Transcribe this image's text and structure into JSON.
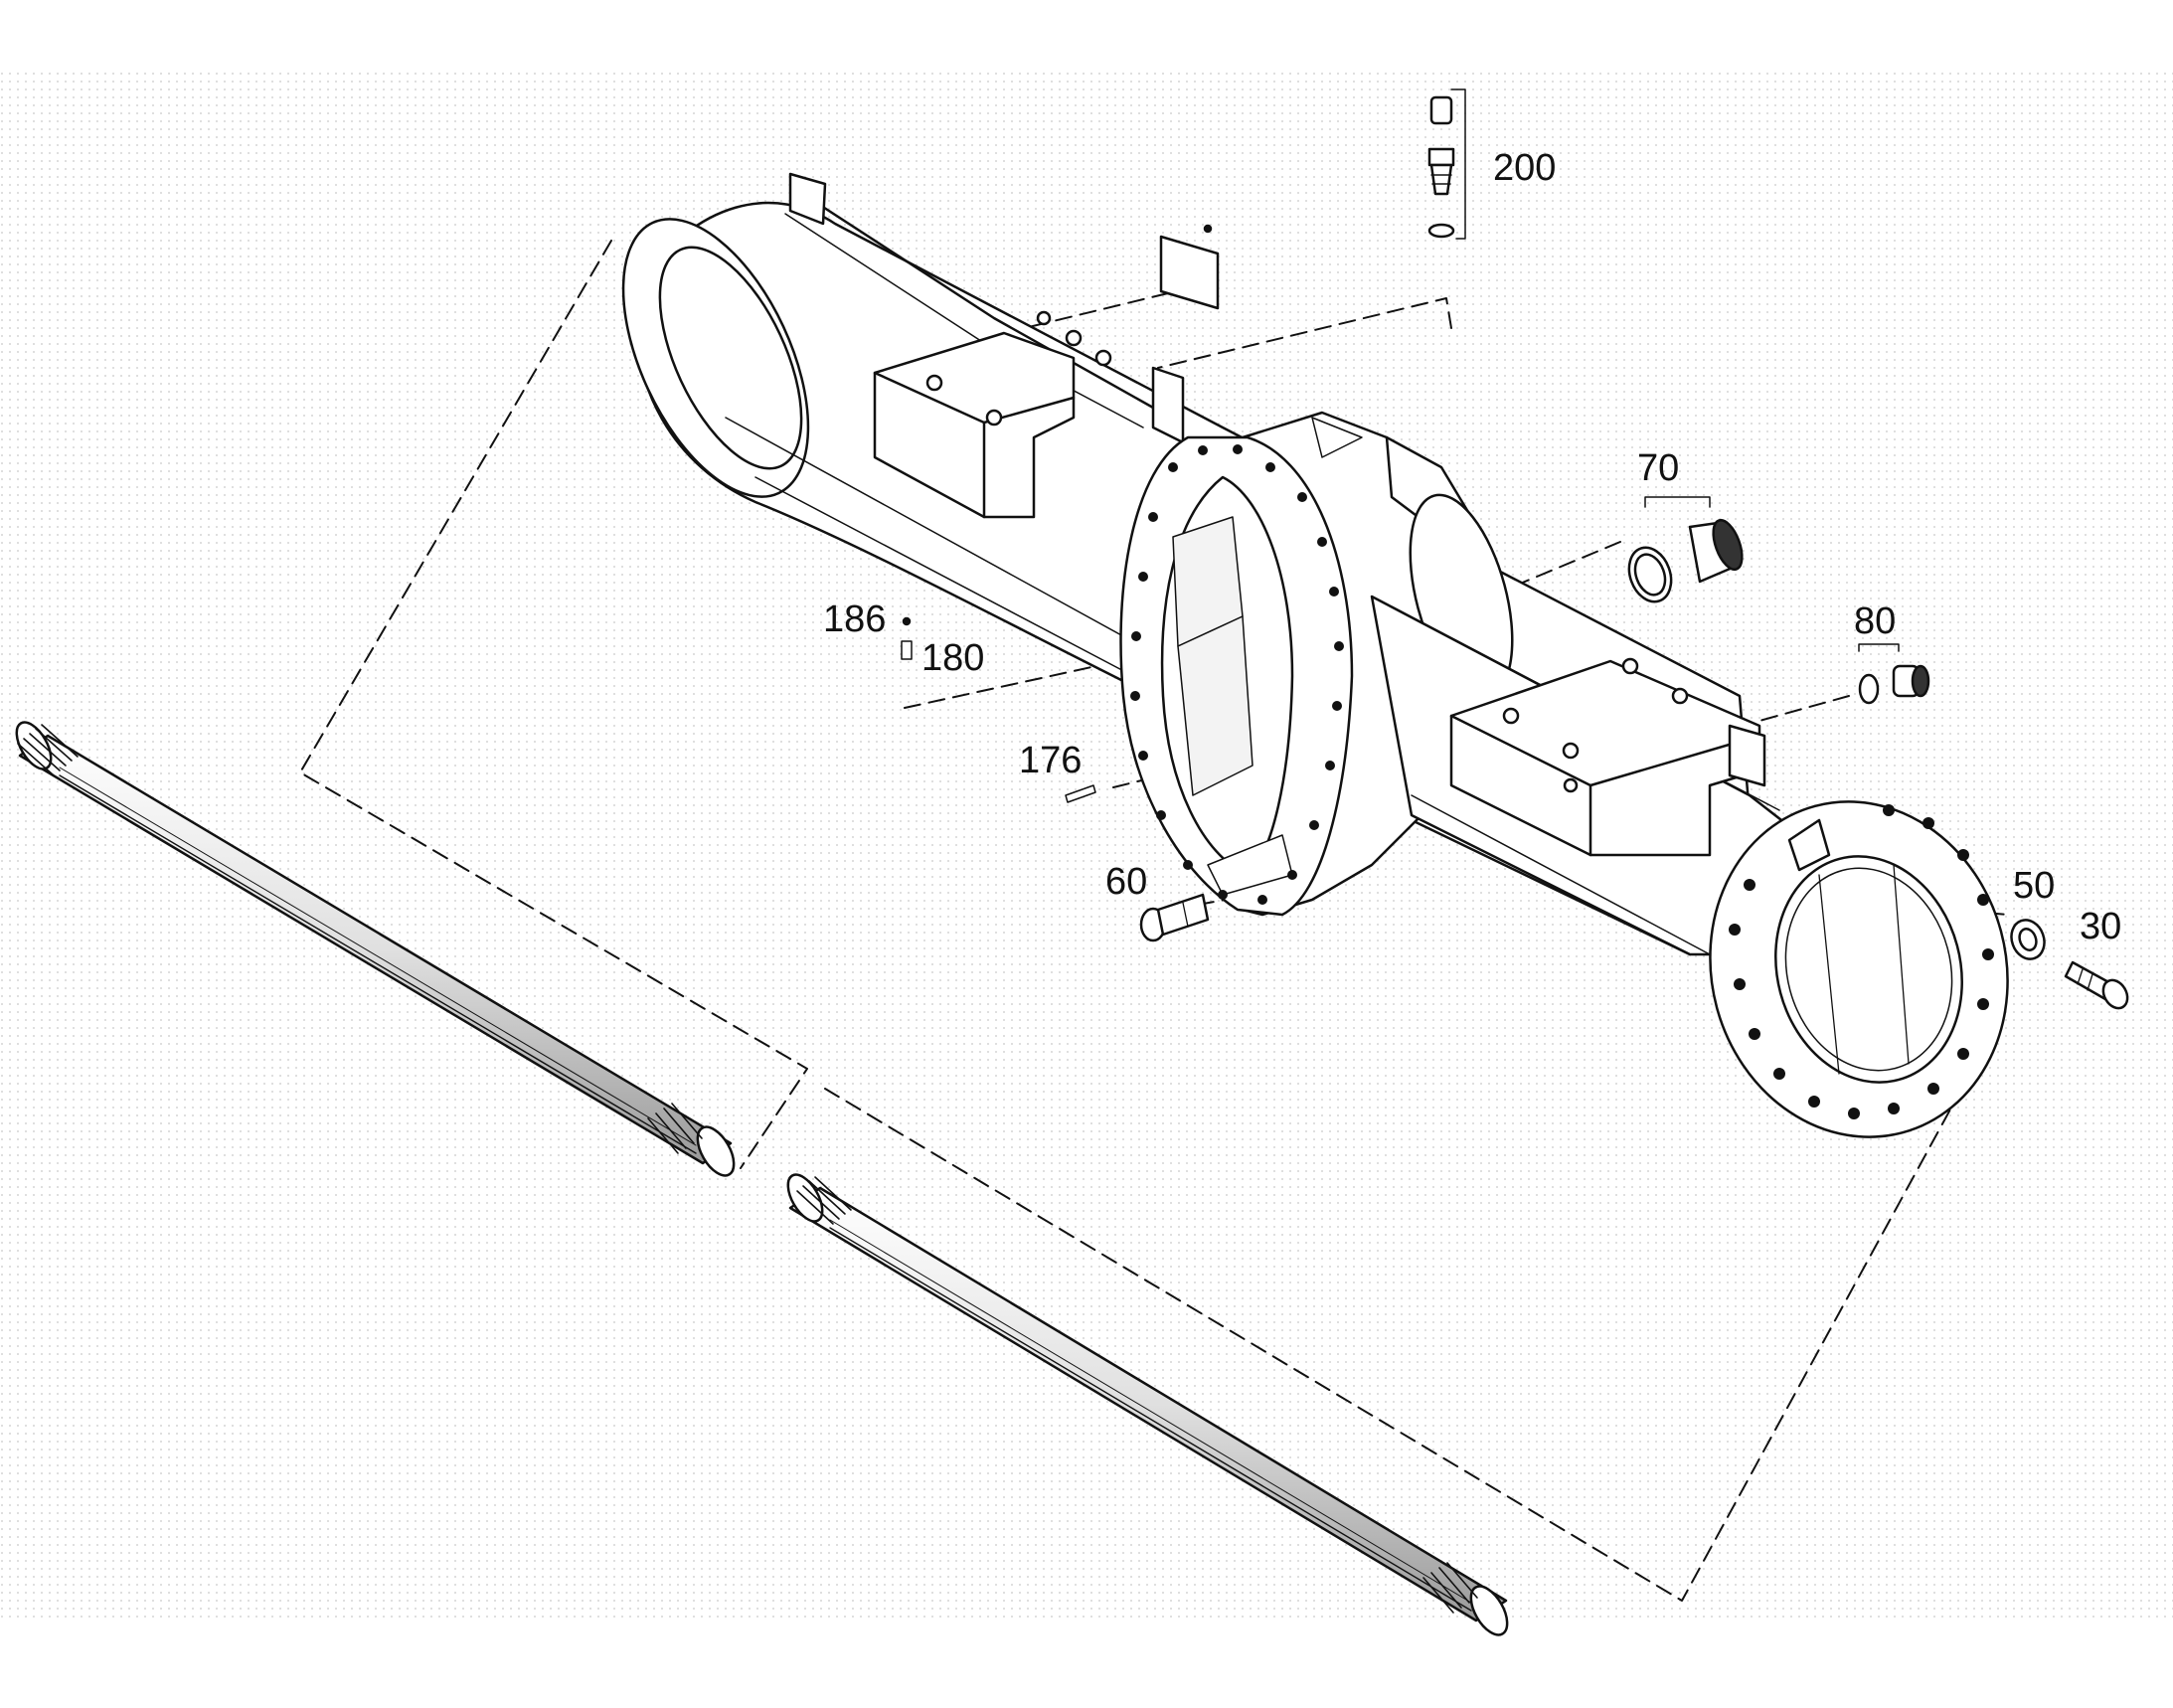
{
  "diagram": {
    "labels": {
      "p200": "200",
      "p70": "70",
      "p80": "80",
      "p186": "186",
      "p180": "180",
      "p176": "176",
      "p60": "60",
      "p50": "50",
      "p30": "30"
    }
  }
}
